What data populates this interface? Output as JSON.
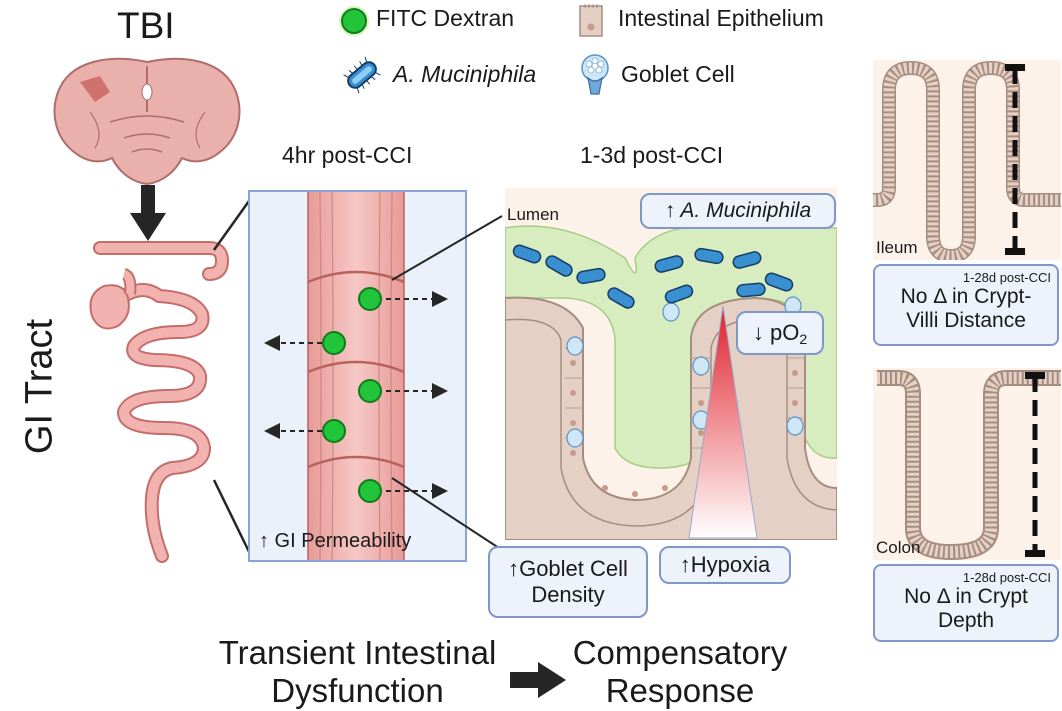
{
  "labels": {
    "tbi": "TBI",
    "gi_tract": "GI Tract",
    "four_hr": "4hr post-CCI",
    "one_three_d": "1-3d post-CCI",
    "lumen": "Lumen",
    "ileum": "Ileum",
    "colon": "Colon"
  },
  "legend": {
    "fitc": "FITC Dextran",
    "epithelium": "Intestinal Epithelium",
    "akk": "A. Muciniphila",
    "goblet": "Goblet Cell"
  },
  "findings": {
    "gi_permeability": "↑ GI Permeability",
    "akk_up": "↑ A. Muciniphila",
    "po2_arrow": "↓ pO",
    "po2_sub": "2",
    "goblet_line1": "↑Goblet Cell",
    "goblet_line2": "Density",
    "hypoxia": "↑Hypoxia"
  },
  "ileum_box": {
    "timepoint": "1-28d post-CCI",
    "line1": "No Δ in Crypt-",
    "line2": "Villi Distance"
  },
  "colon_box": {
    "timepoint": "1-28d post-CCI",
    "line1": "No Δ in Crypt",
    "line2": "Depth"
  },
  "bottom": {
    "left_line1": "Transient Intestinal",
    "left_line2": "Dysfunction",
    "right_line1": "Compensatory",
    "right_line2": "Response"
  },
  "colors": {
    "fitc_green": "#22c43a",
    "tissue_pink": "#f2b3b0",
    "epithelium_tan": "#d9c3b7",
    "mucus_green": "#d8edbf",
    "box_border": "#7f98c9",
    "box_fill": "#eef3fb",
    "hypoxia_red": "#e0202a"
  }
}
